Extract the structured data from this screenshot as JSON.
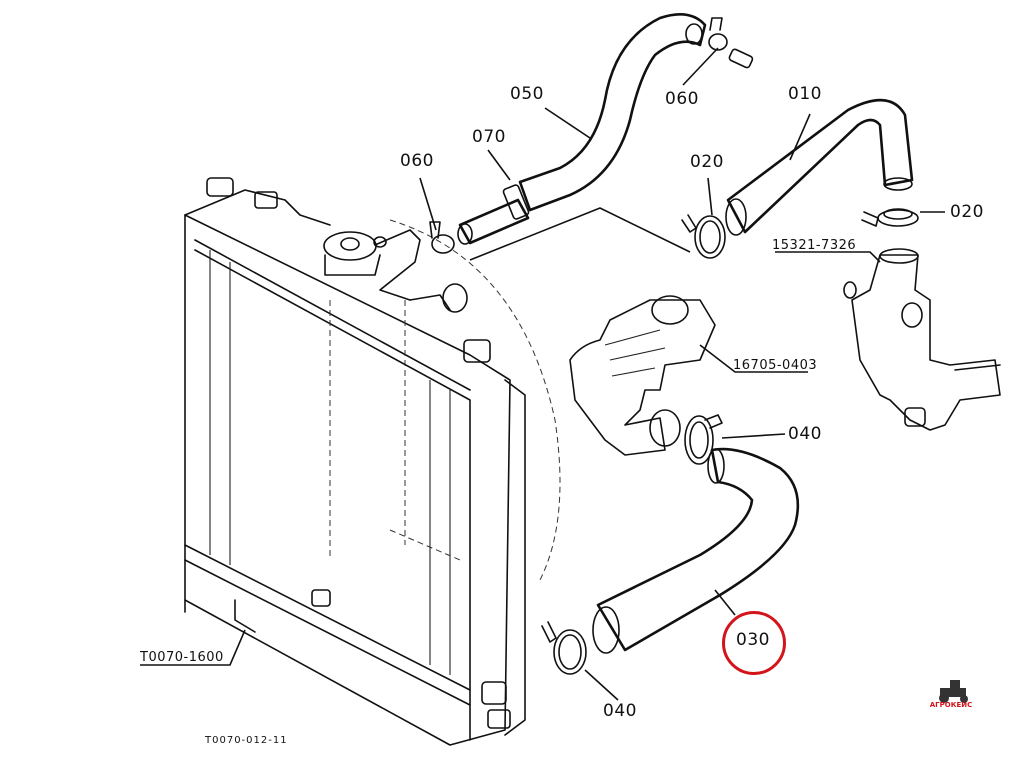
{
  "labels": {
    "p050": "050",
    "p060_top": "060",
    "p010": "010",
    "p070": "070",
    "p060_left": "060",
    "p020_mid": "020",
    "p020_right": "020",
    "p15321": "15321-7326",
    "p16705": "16705-0403",
    "p040_right": "040",
    "p030": "030",
    "p040_bottom": "040",
    "pT0070_1600": "T0070-1600",
    "drawing_code": "T0070-012-11"
  },
  "highlight": {
    "color": "#d4141b",
    "part": "030"
  },
  "brand": {
    "text": "АГРОКЕЙС",
    "color": "#d4141b"
  },
  "icons": [
    "tractor-icon"
  ]
}
